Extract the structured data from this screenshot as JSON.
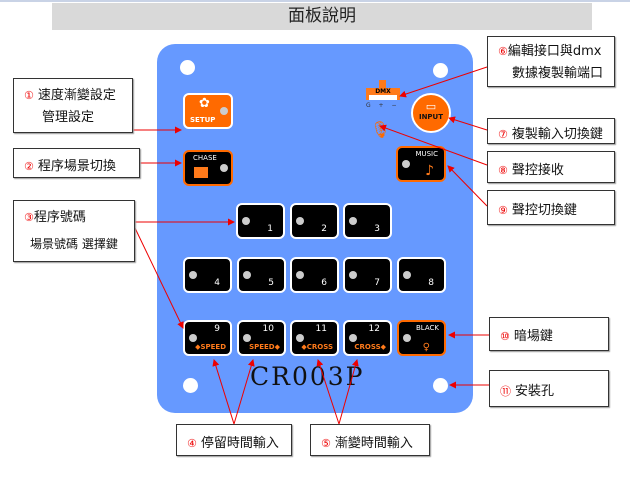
{
  "title": "面板說明",
  "panel": {
    "model": "CR003P",
    "setup": "SETUP",
    "chase": "CHASE",
    "music": "MUSIC",
    "input": "INPUT",
    "dmx": "DMX",
    "dmx_pins": "G + −",
    "black": "BLACK",
    "keys": [
      "1",
      "2",
      "3",
      "4",
      "5",
      "6",
      "7",
      "8",
      "9",
      "10",
      "11",
      "12"
    ],
    "speed": "SPEED",
    "cross": "CROSS"
  },
  "callouts": {
    "c1": {
      "num": "①",
      "line1": "速度漸變設定",
      "line2": "管理設定"
    },
    "c2": {
      "num": "②",
      "line1": "程序場景切換"
    },
    "c3": {
      "num": "③",
      "line1": "程序號碼",
      "line2": "場景號碼 選擇鍵"
    },
    "c4": {
      "num": "④",
      "line1": "停留時間輸入"
    },
    "c5": {
      "num": "⑤",
      "line1": "漸變時間輸入"
    },
    "c6": {
      "num": "⑥",
      "line1": "編輯接口與dmx",
      "line2": "數據複製輸端口"
    },
    "c7": {
      "num": "⑦",
      "line1": "複製輸入切換鍵"
    },
    "c8": {
      "num": "⑧",
      "line1": "聲控接收"
    },
    "c9": {
      "num": "⑨",
      "line1": "聲控切換鍵"
    },
    "c10": {
      "num": "⑩",
      "line1": "暗場鍵"
    },
    "c11": {
      "num": "⑪",
      "line1": "安裝孔"
    }
  },
  "colors": {
    "panel": "#6699ff",
    "accent": "#ff6a00",
    "arrow": "#e00000"
  }
}
